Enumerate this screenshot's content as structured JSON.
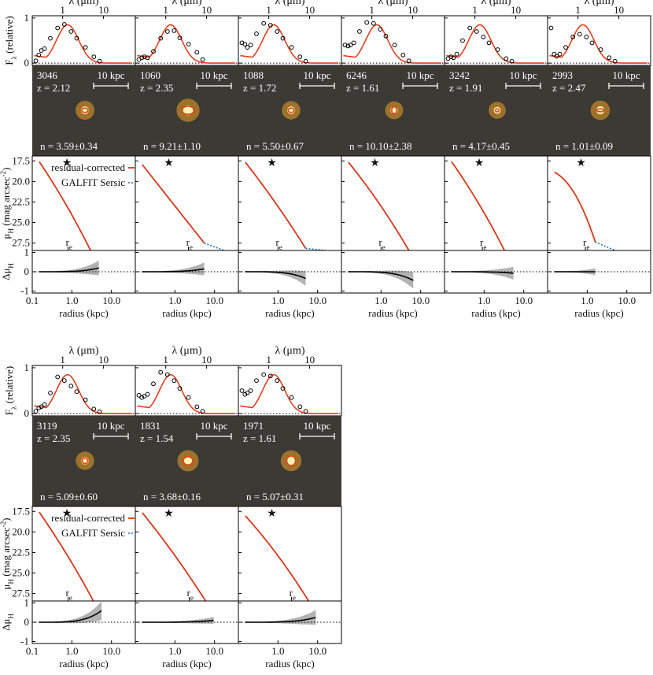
{
  "chart_data": {
    "type": "multi-panel galaxy SED, image and surface-brightness-profile figure",
    "labels": {
      "sed_top_axis": "λ (μm)",
      "sed_y_axis": "Fλ (relative)",
      "sed_y_main": "F",
      "sed_y_sub": "λ",
      "sed_y_rest": " (relative)",
      "profile_y_axis": "μH (mag arcsec⁻²)",
      "profile_y_main": "μ",
      "profile_y_sub": "H",
      "profile_y_rest": " (mag arcsec",
      "profile_y_sup": "-2",
      "profile_y_close": ")",
      "resid_y_main": "Δμ",
      "resid_y_sub": "H",
      "x_axis": "radius (kpc)",
      "re_main": "r",
      "re_sub": "e",
      "scalebar": "10 kpc",
      "legend_residual": "residual-corrected",
      "legend_galfit": "GALFIT Sersic",
      "star_marker": "★"
    },
    "sed_axes": {
      "x_scale": "log",
      "x_range_um": [
        0.18,
        60
      ],
      "x_ticks": [
        1,
        10
      ],
      "x_ticklabels": [
        "1",
        "10"
      ],
      "y_range": [
        -0.05,
        1.05
      ],
      "y_ticks": [
        0,
        1
      ],
      "y_ticklabels": [
        "0",
        "1"
      ]
    },
    "profile_axes": {
      "x_scale": "log",
      "x_range_kpc": [
        0.1,
        40
      ],
      "y_range": [
        28.4,
        16.9
      ],
      "y_inverted": true,
      "y_ticks": [
        17.5,
        20.0,
        22.5,
        25.0,
        27.5
      ],
      "y_ticklabels": [
        "17.5",
        "20.0",
        "22.5",
        "25.0",
        "27.5"
      ]
    },
    "residual_axes": {
      "y_range": [
        -1.1,
        1.1
      ],
      "y_ticks": [
        1,
        0,
        -1
      ],
      "y_ticklabels": [
        "1",
        "0",
        "-1"
      ],
      "x_ticks": [
        0.1,
        1.0,
        10.0
      ],
      "x_ticklabels": [
        "0.1",
        "1.0",
        "10.0"
      ]
    },
    "galaxies": [
      {
        "id": "3046",
        "z": "z = 2.12",
        "n": "n =  3.59±0.34",
        "mu_start": 17.4,
        "mu_slope": 7.2,
        "curv": 0.8,
        "r_end": 4.8,
        "mu_end_model": 30.5,
        "re_kpc": 0.8,
        "star_kpc": 0.75,
        "sed_points_y": [
          0.05,
          0.18,
          0.28,
          0.32,
          0.55,
          0.78,
          0.86,
          0.7,
          0.55,
          0.35,
          0.14,
          0.04
        ],
        "resid_peak": 0.2,
        "band_width": 0.35,
        "ellipse": [
          1.0,
          0.7
        ]
      },
      {
        "id": "1060",
        "z": "z = 2.35",
        "n": "n =  9.21±1.10",
        "mu_start": 17.8,
        "mu_slope": 6.1,
        "curv": 0.0,
        "r_end": 5.5,
        "mu_end_model": 29.0,
        "re_kpc": 2.2,
        "star_kpc": 0.7,
        "sed_points_y": [
          0.08,
          0.12,
          0.14,
          0.12,
          0.26,
          0.55,
          0.7,
          0.72,
          0.56,
          0.42,
          0.24,
          0.08
        ],
        "resid_peak": 0.15,
        "band_width": 0.3,
        "ellipse": [
          1.9,
          1.3
        ]
      },
      {
        "id": "1088",
        "z": "z = 1.72",
        "n": "n =  5.50±0.67",
        "mu_start": 17.5,
        "mu_slope": 6.2,
        "curv": 0.4,
        "r_end": 5.0,
        "mu_end_model": 29.5,
        "re_kpc": 1.0,
        "star_kpc": 0.7,
        "sed_points_y": [
          0.45,
          0.42,
          0.35,
          0.4,
          0.65,
          0.88,
          0.84,
          0.7,
          0.55,
          0.35,
          0.14,
          0.04
        ],
        "resid_peak": -0.35,
        "band_width": 0.35,
        "ellipse": [
          0.9,
          0.7
        ]
      },
      {
        "id": "6246",
        "z": "z = 1.61",
        "n": "n =  10.10±2.38",
        "mu_start": 17.5,
        "mu_slope": 6.0,
        "curv": 0.6,
        "r_end": 6.5,
        "mu_end_model": 29.0,
        "re_kpc": 1.0,
        "star_kpc": 0.7,
        "sed_points_y": [
          0.4,
          0.38,
          0.4,
          0.45,
          0.7,
          0.9,
          0.88,
          0.75,
          0.6,
          0.4,
          0.18,
          0.05
        ],
        "resid_peak": -0.45,
        "band_width": 0.4,
        "ellipse": [
          0.8,
          1.1
        ]
      },
      {
        "id": "3242",
        "z": "z = 1.91",
        "n": "n =  4.17±0.45",
        "mu_start": 17.4,
        "mu_slope": 6.9,
        "curv": 0.8,
        "r_end": 5.5,
        "mu_end_model": 29.6,
        "re_kpc": 0.9,
        "star_kpc": 0.75,
        "sed_points_y": [
          0.1,
          0.14,
          0.12,
          0.2,
          0.5,
          0.78,
          0.7,
          0.58,
          0.45,
          0.3,
          0.1,
          0.04
        ],
        "resid_peak": -0.08,
        "band_width": 0.3,
        "ellipse": [
          0.6,
          0.5
        ]
      },
      {
        "id": "2993",
        "z": "z = 2.47",
        "n": "n =  1.01±0.09",
        "mu_start": 18.8,
        "mu_slope": 2.6,
        "curv": 5.2,
        "r_end": 1.6,
        "mu_end_model": 29.2,
        "re_kpc": 0.9,
        "star_kpc": 0.7,
        "sed_points_y": [
          0.78,
          0.2,
          0.15,
          0.2,
          0.35,
          0.58,
          0.64,
          0.58,
          0.45,
          0.3,
          0.12,
          0.04
        ],
        "resid_peak": 0.0,
        "band_width": 0.15,
        "ellipse": [
          1.1,
          0.5
        ]
      },
      {
        "id": "3119",
        "z": "z = 2.35",
        "n": "n =  5.09±0.60",
        "mu_start": 17.4,
        "mu_slope": 7.0,
        "curv": 0.6,
        "r_end": 5.6,
        "mu_end_model": 29.4,
        "re_kpc": 0.8,
        "star_kpc": 0.75,
        "sed_points_y": [
          0.05,
          0.12,
          0.15,
          0.2,
          0.45,
          0.8,
          0.72,
          0.6,
          0.48,
          0.3,
          0.1,
          0.04
        ],
        "resid_peak": 0.6,
        "band_width": 0.45,
        "ellipse": [
          0.9,
          0.9
        ]
      },
      {
        "id": "1831",
        "z": "z = 1.54",
        "n": "n =  3.68±0.16",
        "mu_start": 17.5,
        "mu_slope": 6.0,
        "curv": 0.4,
        "r_end": 9.5,
        "mu_end_model": 28.6,
        "re_kpc": 2.3,
        "star_kpc": 0.7,
        "sed_points_y": [
          0.4,
          0.35,
          0.38,
          0.42,
          0.65,
          0.9,
          0.85,
          0.72,
          0.55,
          0.35,
          0.15,
          0.05
        ],
        "resid_peak": 0.1,
        "band_width": 0.15,
        "ellipse": [
          1.5,
          1.3
        ]
      },
      {
        "id": "1971",
        "z": "z = 1.61",
        "n": "n =  5.07±0.31",
        "mu_start": 17.9,
        "mu_slope": 5.4,
        "curv": 0.6,
        "r_end": 9.0,
        "mu_end_model": 29.0,
        "re_kpc": 2.2,
        "star_kpc": 0.7,
        "sed_points_y": [
          0.5,
          0.42,
          0.45,
          0.5,
          0.72,
          0.85,
          0.82,
          0.72,
          0.55,
          0.35,
          0.15,
          0.05
        ],
        "resid_peak": 0.25,
        "band_width": 0.35,
        "ellipse": [
          1.4,
          1.5
        ]
      }
    ],
    "colors": {
      "model_sed": "#e0401f",
      "profile_corrected": "#d8361a",
      "profile_galfit": "#1f77b4",
      "band": "#9a9a9a",
      "residual_line": "#000000",
      "image_bg": "#3b3a35",
      "galaxy_core": "#fff3b0",
      "galaxy_halo": "#f0a020",
      "ellipse": "#e0401f"
    }
  }
}
